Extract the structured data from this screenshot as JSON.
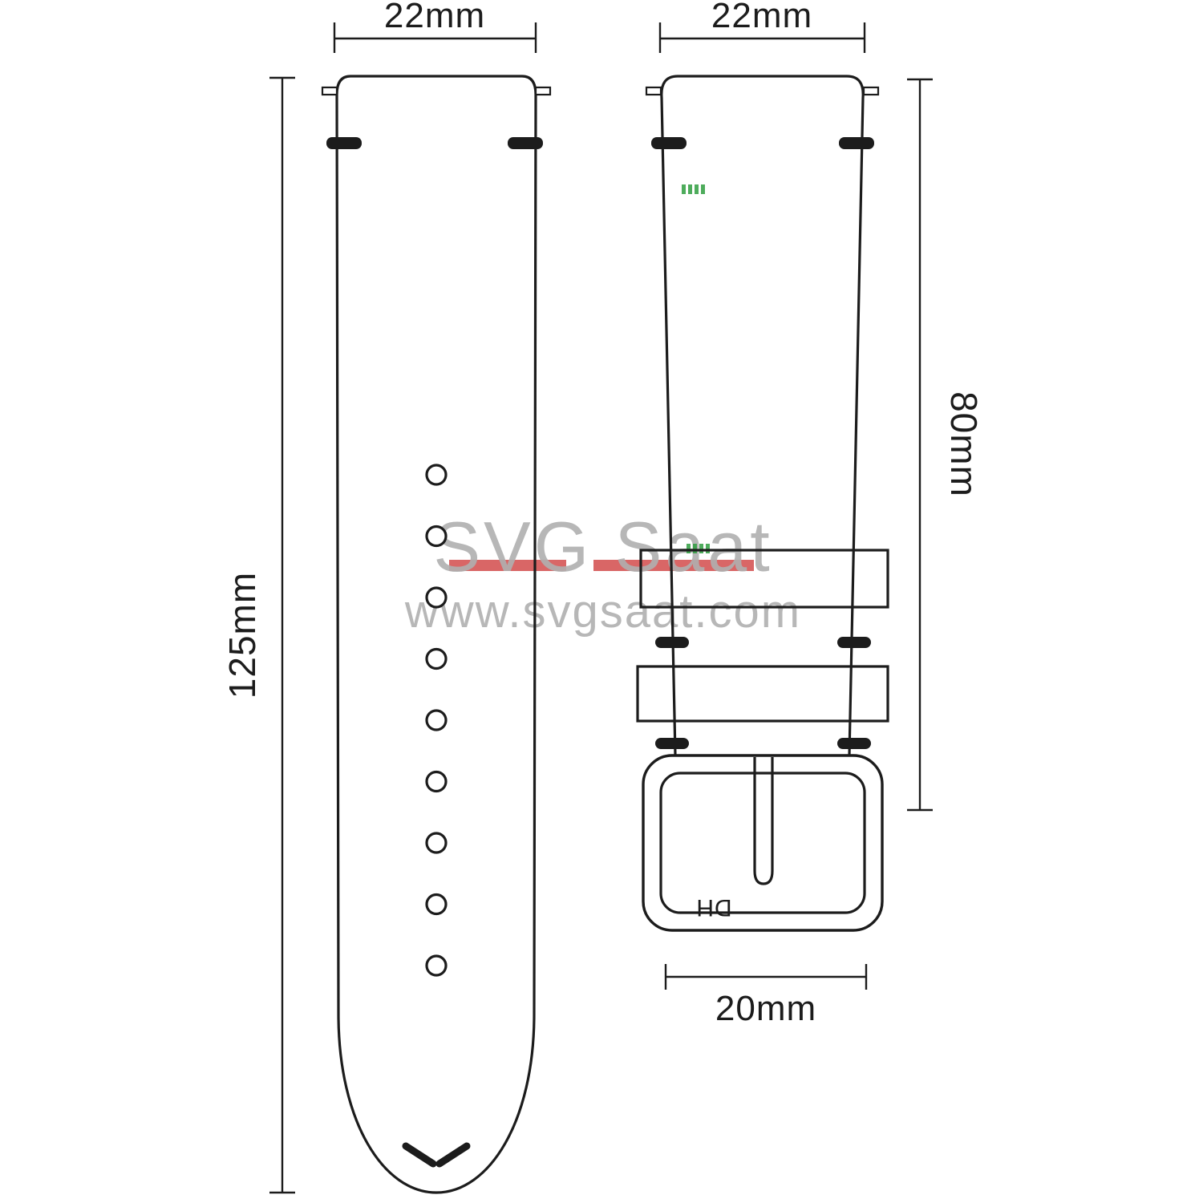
{
  "diagram": {
    "stroke_color": "#1c1c1c",
    "left_strap": {
      "width_label": "22mm",
      "length_label": "125mm",
      "holes_count": 9
    },
    "right_strap": {
      "width_label": "22mm",
      "length_label": "80mm",
      "buckle_width_label": "20mm",
      "buckle_brand": "DH"
    }
  },
  "watermark": {
    "title": "SVG Saat",
    "url": "www.svgsaat.com",
    "title_color": "#b0b0b0",
    "red_accent": "#d04040",
    "green_accent": "#2f9e3f"
  }
}
